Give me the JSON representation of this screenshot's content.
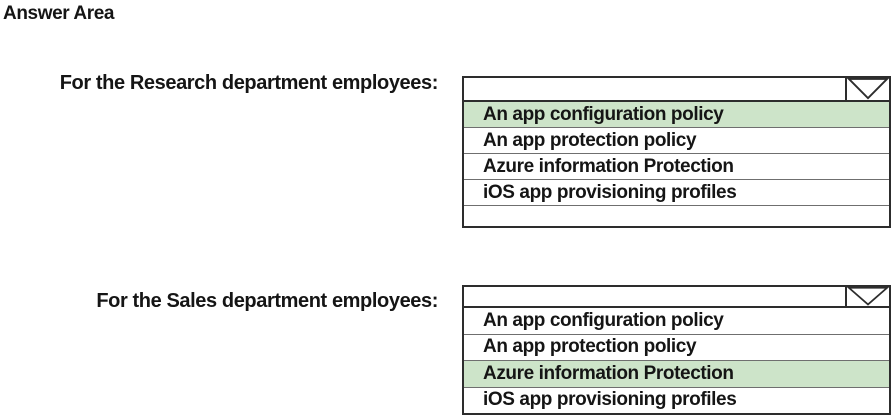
{
  "page": {
    "title": "Answer Area"
  },
  "colors": {
    "highlight_green": "#cde4c9",
    "box_border": "#2d2d2d",
    "row_separator": "#6f6f6f",
    "text": "#151515",
    "background": "#ffffff"
  },
  "icons": {
    "dropdown_arrow": "chevron-down"
  },
  "questions": [
    {
      "label": "For the Research department employees:",
      "selected_value": "",
      "options": [
        {
          "label": "An app configuration policy",
          "highlighted": true
        },
        {
          "label": "An app protection policy",
          "highlighted": false
        },
        {
          "label": "Azure information Protection",
          "highlighted": false
        },
        {
          "label": "iOS app provisioning profiles",
          "highlighted": false
        }
      ]
    },
    {
      "label": "For the Sales department employees:",
      "selected_value": "",
      "options": [
        {
          "label": "An app configuration policy",
          "highlighted": false
        },
        {
          "label": "An app protection policy",
          "highlighted": false
        },
        {
          "label": "Azure information Protection",
          "highlighted": true
        },
        {
          "label": "iOS app provisioning profiles",
          "highlighted": false
        }
      ]
    }
  ]
}
